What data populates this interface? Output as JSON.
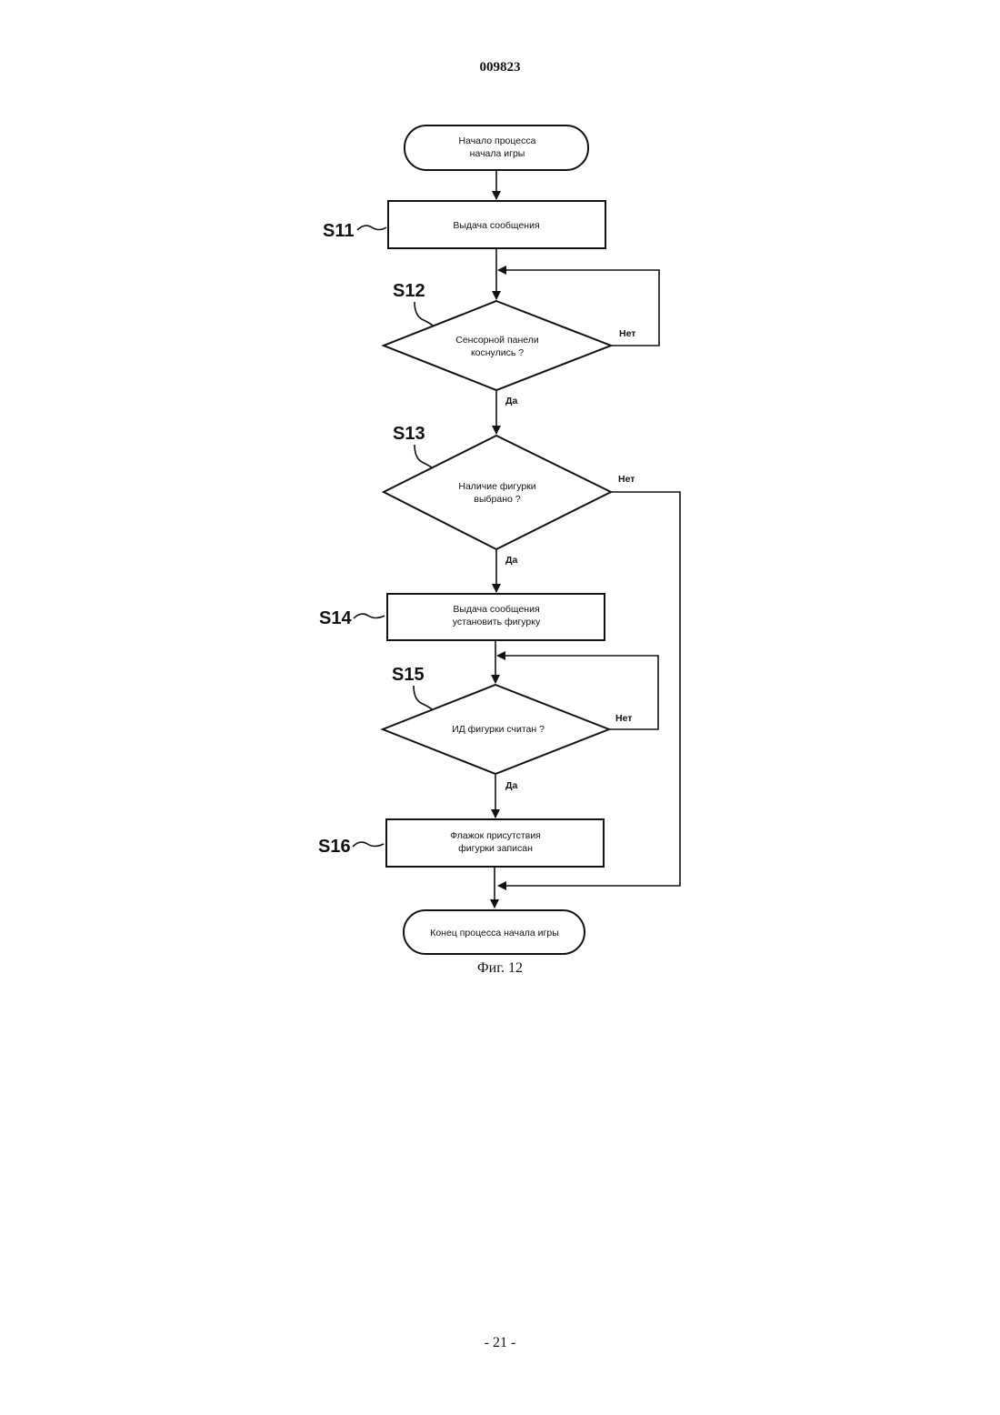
{
  "header": {
    "doc_number": "009823"
  },
  "flowchart": {
    "start": {
      "line1": "Начало процесса",
      "line2": "начала игры"
    },
    "s11": {
      "label": "S11",
      "text": "Выдача сообщения"
    },
    "s12": {
      "label": "S12",
      "line1": "Сенсорной панели",
      "line2": "коснулись ?",
      "no": "Нет",
      "yes": "Да"
    },
    "s13": {
      "label": "S13",
      "line1": "Наличие фигурки",
      "line2": "выбрано ?",
      "no": "Нет",
      "yes": "Да"
    },
    "s14": {
      "label": "S14",
      "line1": "Выдача сообщения",
      "line2": "установить фигурку"
    },
    "s15": {
      "label": "S15",
      "text": "ИД фигурки считан ?",
      "no": "Нет",
      "yes": "Да"
    },
    "s16": {
      "label": "S16",
      "line1": "Флажок присутствия",
      "line2": "фигурки записан"
    },
    "end": {
      "text": "Конец процесса начала игры"
    }
  },
  "caption": "Фиг. 12",
  "footer": {
    "page": "- 21 -"
  }
}
